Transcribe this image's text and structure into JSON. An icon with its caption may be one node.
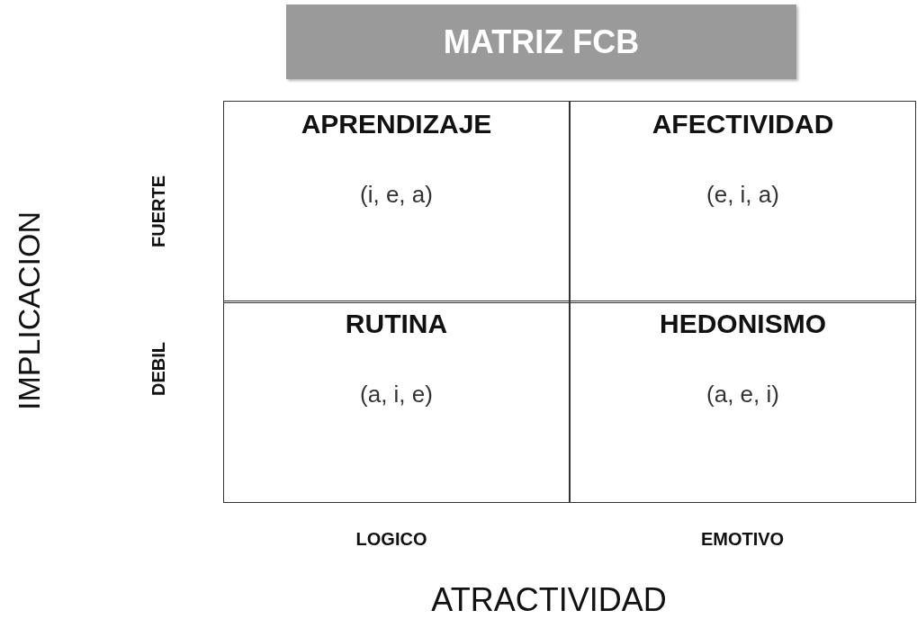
{
  "diagram": {
    "title": "MATRIZ FCB",
    "nodes": [
      {
        "text": [
          "APRENDIZAJE",
          "(i, e, a)"
        ]
      },
      {
        "text": [
          "AFECTIVIDAD",
          "(e, i, a)"
        ]
      },
      {
        "text": [
          "RUTINA",
          "(a, i, e)"
        ]
      },
      {
        "text": [
          "HEDONISMO",
          "(a, e, i)"
        ]
      }
    ],
    "edges": [],
    "labels": [
      "IMPLICACION",
      "FUERTE",
      "DEBIL",
      "LOGICO",
      "EMOTIVO",
      "ATRACTIVIDAD"
    ]
  }
}
